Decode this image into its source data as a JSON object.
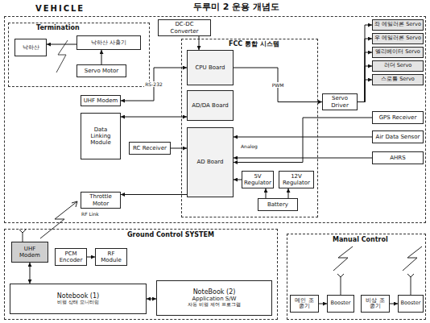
{
  "diagram": {
    "title": "두루미 2 운용 개념도",
    "nodes": [
      {
        "text": [
          "VEHICLE"
        ]
      },
      {
        "text": [
          "Termination"
        ],
        "in": 0
      },
      {
        "text": [
          "낙하산"
        ],
        "in": 1
      },
      {
        "text": [
          "낙하산 사출기"
        ],
        "in": 1
      },
      {
        "text": [
          "Servo Motor"
        ],
        "in": 1
      },
      {
        "text": [
          "DC-DC Converter"
        ],
        "in": 0
      },
      {
        "text": [
          "FCC 통합 시스템"
        ],
        "in": 0
      },
      {
        "text": [
          "CPU Board"
        ],
        "in": 6
      },
      {
        "text": [
          "AD/DA Board"
        ],
        "in": 6
      },
      {
        "text": [
          "AD Board"
        ],
        "in": 6
      },
      {
        "text": [
          "5V Regulator"
        ],
        "in": 6
      },
      {
        "text": [
          "12V Regulator"
        ],
        "in": 6
      },
      {
        "text": [
          "Battery"
        ],
        "in": 6
      },
      {
        "text": [
          "UHF Modem"
        ],
        "in": 0
      },
      {
        "text": [
          "Data Linking Module"
        ],
        "in": 0
      },
      {
        "text": [
          "RC Receiver"
        ],
        "in": 0
      },
      {
        "text": [
          "Throttle Motor"
        ],
        "in": 0
      },
      {
        "text": [
          "Servo Driver"
        ],
        "in": 0
      },
      {
        "text": [
          "좌 에일러론 Servo"
        ],
        "in": 0
      },
      {
        "text": [
          "우 에일러론 Servo"
        ],
        "in": 0
      },
      {
        "text": [
          "엘리베이터 Servo"
        ],
        "in": 0
      },
      {
        "text": [
          "러더 Servo"
        ],
        "in": 0
      },
      {
        "text": [
          "스로틀 Servo"
        ],
        "in": 0
      },
      {
        "text": [
          "GPS Receiver"
        ],
        "in": 0
      },
      {
        "text": [
          "Air Data Sensor"
        ],
        "in": 0
      },
      {
        "text": [
          "AHRS"
        ],
        "in": 0
      },
      {
        "text": [
          "Ground Control SYSTEM"
        ]
      },
      {
        "text": [
          "UHF Modem"
        ],
        "in": 26
      },
      {
        "text": [
          "PCM Encoder"
        ],
        "in": 26
      },
      {
        "text": [
          "RF Module"
        ],
        "in": 26
      },
      {
        "text": [
          "Notebook (1)",
          "비행 상태 모니터링"
        ],
        "in": 26
      },
      {
        "text": [
          "NoteBook (2)",
          "Application S/W",
          "자동 비행 제어 프로그램"
        ],
        "in": 26
      },
      {
        "text": [
          "Manual Control"
        ]
      },
      {
        "text": [
          "메인 조종기"
        ],
        "in": 32
      },
      {
        "text": [
          "Booster"
        ],
        "in": 32
      },
      {
        "text": [
          "비상 조종기"
        ],
        "in": 32
      },
      {
        "text": [
          "Booster"
        ],
        "in": 32
      }
    ],
    "edges": [
      {
        "from": 3,
        "to": 2,
        "arrow": "to"
      },
      {
        "from": 4,
        "to": 3,
        "arrow": "to"
      },
      {
        "from": 5,
        "to": 7,
        "arrow": "to"
      },
      {
        "from": 13,
        "to": 7,
        "arrow": "both",
        "label": "RS-232"
      },
      {
        "from": 14,
        "to": 8,
        "arrow": "both"
      },
      {
        "from": 15,
        "to": 9,
        "arrow": "to"
      },
      {
        "from": 9,
        "to": 16,
        "arrow": "to"
      },
      {
        "from": 7,
        "to": 17,
        "arrow": "to",
        "label": "PWM"
      },
      {
        "from": 17,
        "to": 18,
        "arrow": "to"
      },
      {
        "from": 17,
        "to": 19,
        "arrow": "to"
      },
      {
        "from": 17,
        "to": 20,
        "arrow": "to"
      },
      {
        "from": 17,
        "to": 21,
        "arrow": "to"
      },
      {
        "from": 17,
        "to": 22,
        "arrow": "to"
      },
      {
        "from": 23,
        "to": 9,
        "arrow": "to"
      },
      {
        "from": 24,
        "to": 9,
        "arrow": "to"
      },
      {
        "from": 25,
        "to": 9,
        "arrow": "to"
      },
      {
        "from": 10,
        "to": 9,
        "arrow": "to"
      },
      {
        "from": 12,
        "to": 10,
        "arrow": "to"
      },
      {
        "from": 12,
        "to": 11,
        "arrow": "to"
      },
      {
        "from": 27,
        "to": 30,
        "arrow": "both"
      },
      {
        "from": 30,
        "to": 31,
        "arrow": "both"
      },
      {
        "from": 28,
        "to": 29,
        "arrow": "to"
      },
      {
        "from": 33,
        "to": 34,
        "arrow": "to"
      },
      {
        "from": 35,
        "to": 36,
        "arrow": "to"
      }
    ],
    "labels": [
      "Analog",
      "RF Link"
    ]
  }
}
